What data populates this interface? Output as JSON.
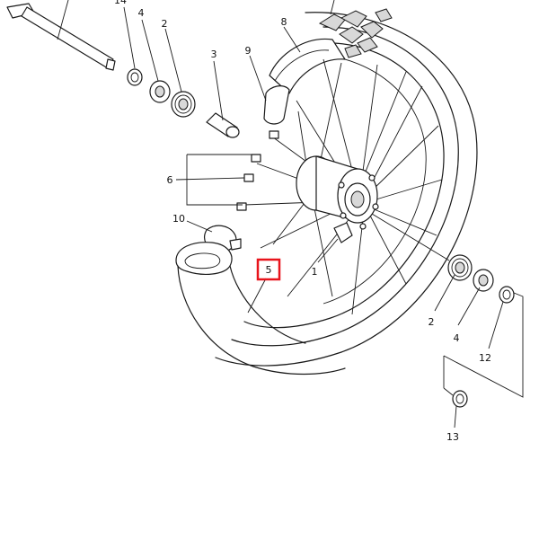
{
  "callouts": [
    {
      "id": "1",
      "text": "1"
    },
    {
      "id": "2a",
      "text": "2"
    },
    {
      "id": "2b",
      "text": "2"
    },
    {
      "id": "3",
      "text": "3"
    },
    {
      "id": "4a",
      "text": "4"
    },
    {
      "id": "4b",
      "text": "4"
    },
    {
      "id": "5",
      "text": "5"
    },
    {
      "id": "6",
      "text": "6"
    },
    {
      "id": "8",
      "text": "8"
    },
    {
      "id": "9",
      "text": "9"
    },
    {
      "id": "10",
      "text": "10"
    },
    {
      "id": "12",
      "text": "12"
    },
    {
      "id": "13",
      "text": "13"
    },
    {
      "id": "14",
      "text": "14"
    }
  ],
  "highlight": {
    "callout": "5",
    "color": "#e8141c"
  }
}
